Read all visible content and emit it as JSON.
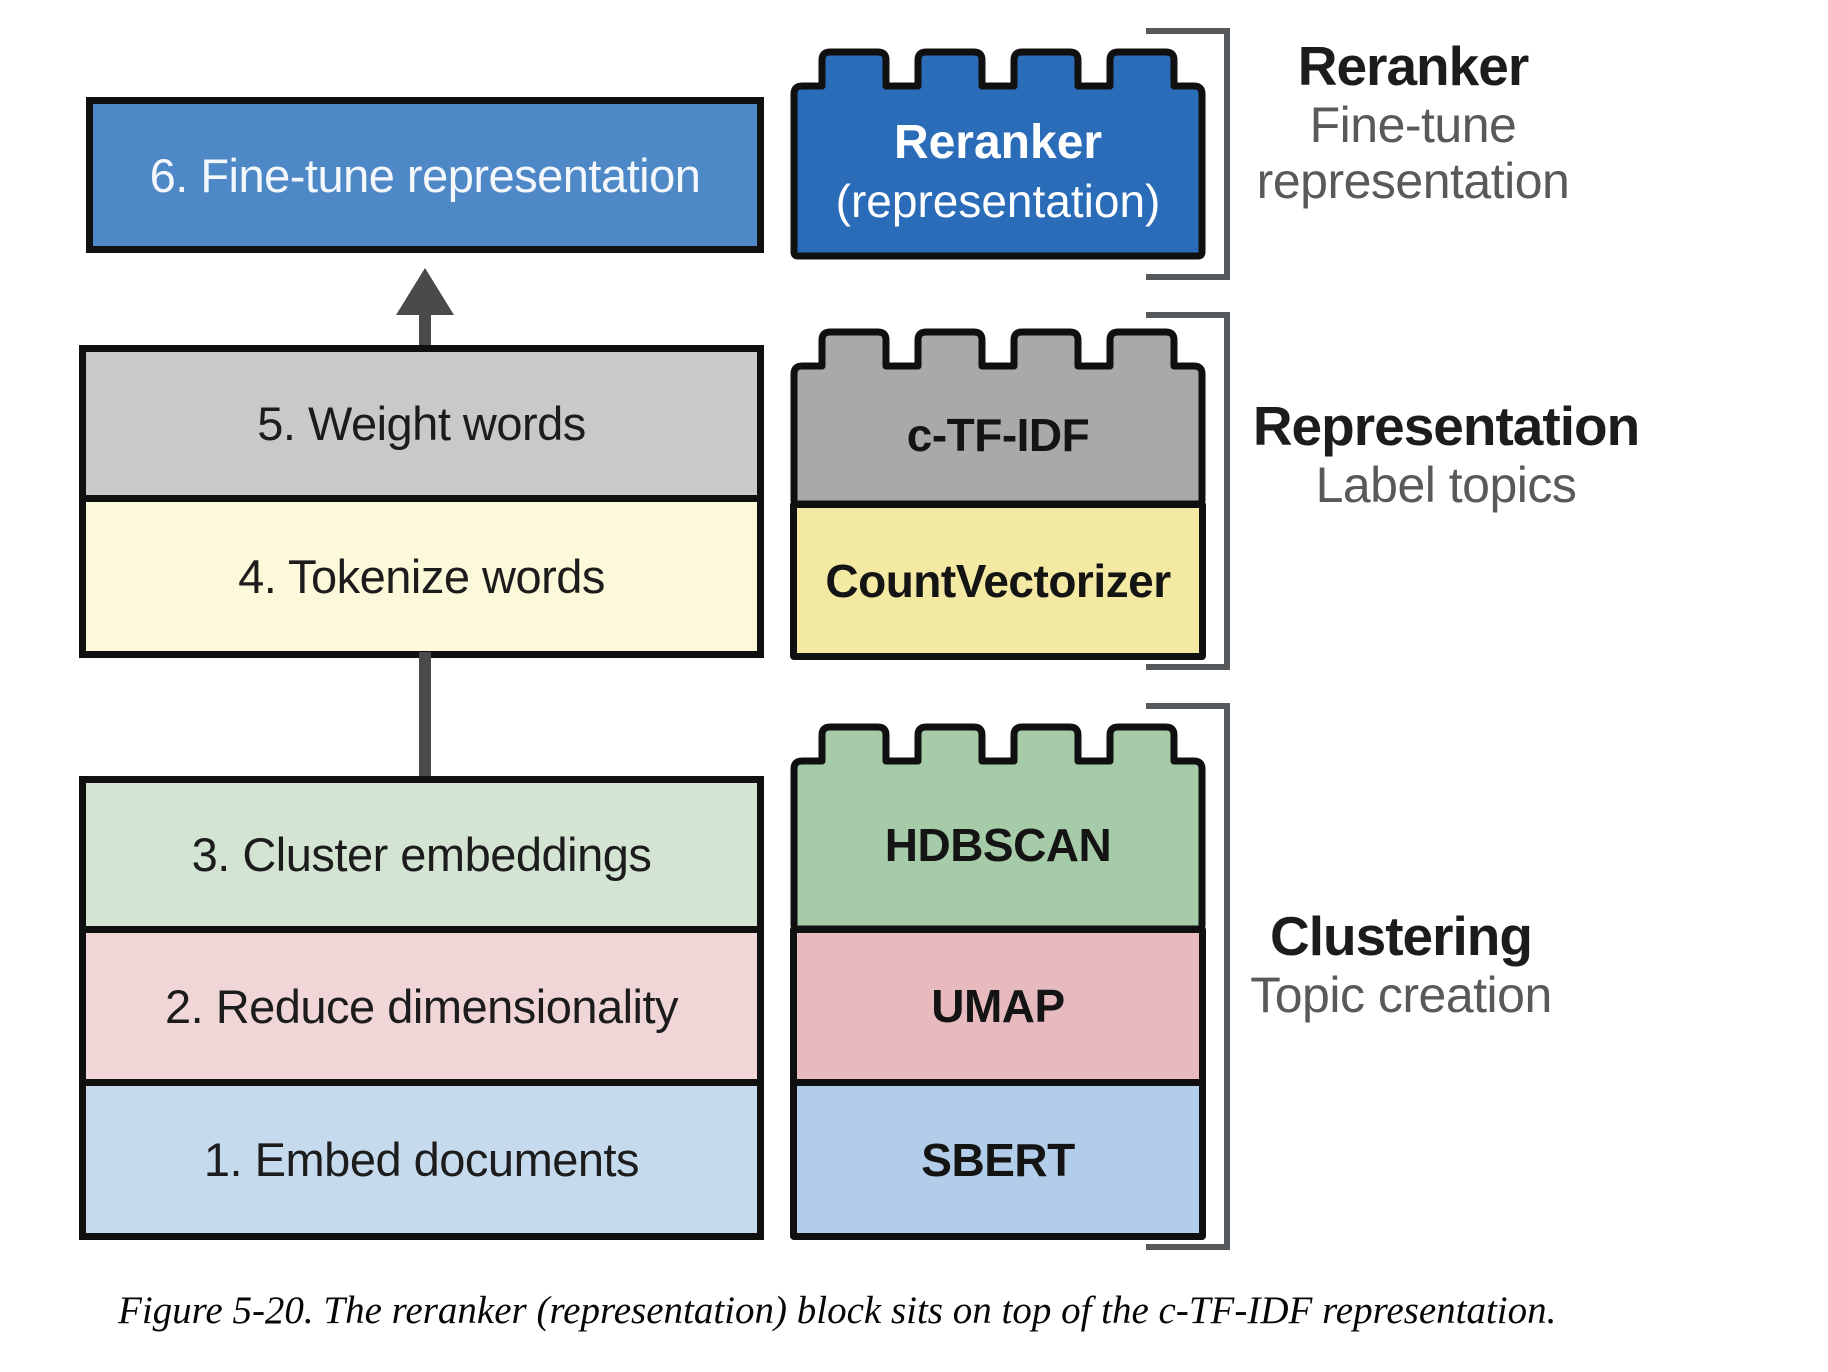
{
  "diagram": {
    "steps": {
      "step6": "6. Fine-tune representation",
      "step5": "5. Weight words",
      "step4": "4. Tokenize words",
      "step3": "3. Cluster embeddings",
      "step2": "2. Reduce dimensionality",
      "step1": "1. Embed documents"
    },
    "bricks": {
      "reranker_line1": "Reranker",
      "reranker_line2": "(representation)",
      "ctfidf": "c-TF-IDF",
      "countvectorizer": "CountVectorizer",
      "hdbscan": "HDBSCAN",
      "umap": "UMAP",
      "sbert": "SBERT"
    },
    "groups": {
      "reranker": {
        "title": "Reranker",
        "subtitle": "Fine-tune\nrepresentation"
      },
      "representation": {
        "title": "Representation",
        "subtitle": "Label topics"
      },
      "clustering": {
        "title": "Clustering",
        "subtitle": "Topic creation"
      }
    }
  },
  "caption": "Figure 5-20. The reranker (representation) block sits on top of the c-TF-IDF representation.",
  "colors": {
    "step6-fill": "#4e88c7",
    "step5-fill": "#c9c9c9",
    "step4-fill": "#fcf8da",
    "step3-fill": "#d3e5d2",
    "step2-fill": "#f1d6d8",
    "step1-fill": "#c6daee",
    "brick-reranker": "#2b6cb8",
    "brick-ctfidf": "#a9a9ab",
    "brick-countvectorizer": "#f3e9a2",
    "brick-hdbscan": "#a5cba8",
    "brick-umap": "#e7babf",
    "brick-sbert": "#b2cde9",
    "border": "#101010",
    "connector": "#4a4a4a",
    "bracket": "#55595c",
    "title-text": "#1b1c1e",
    "subtitle-text": "#58595b"
  }
}
